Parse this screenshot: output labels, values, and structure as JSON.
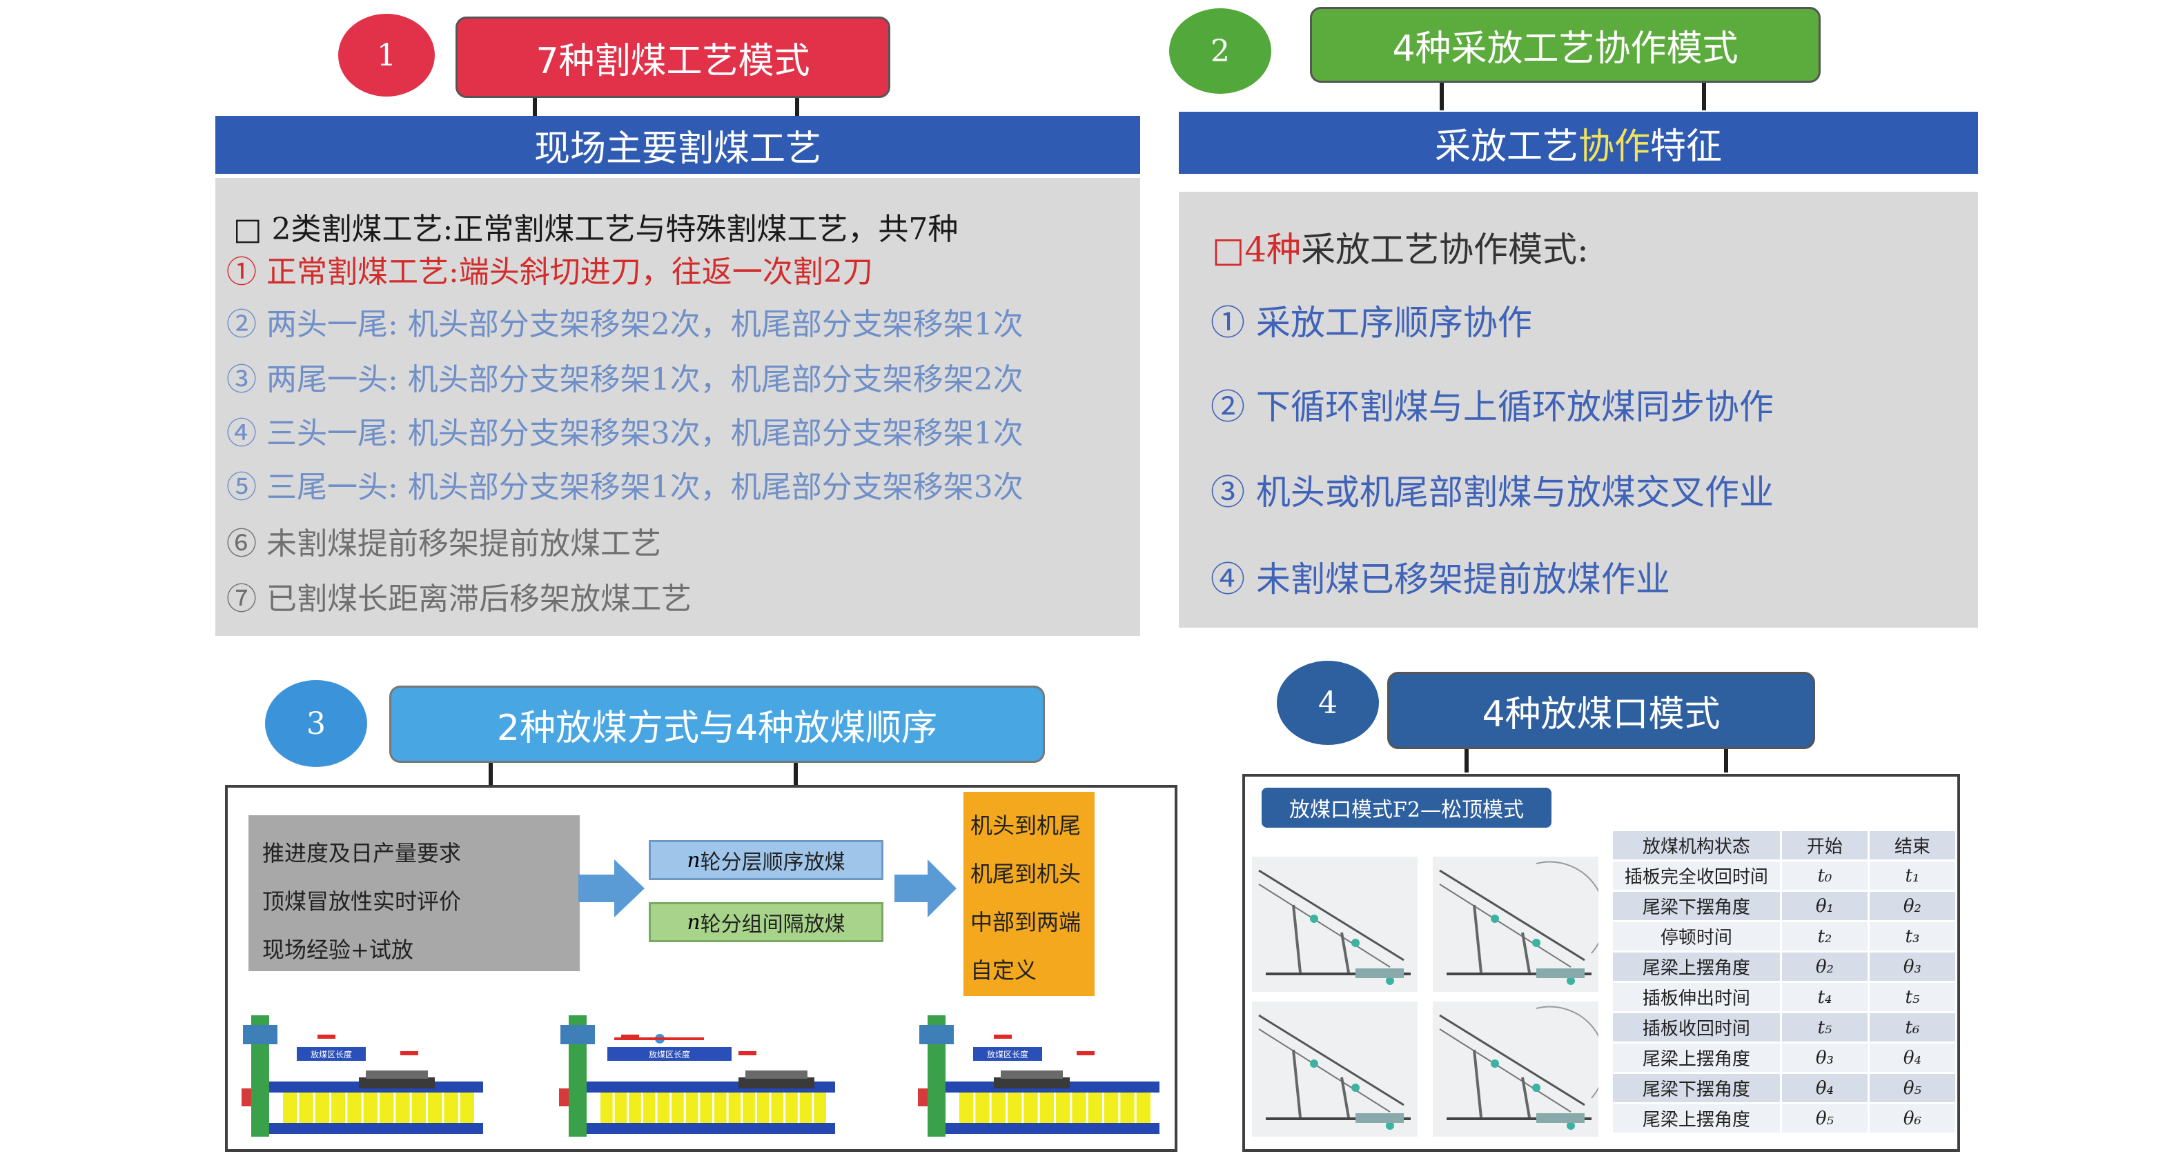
{
  "panel1": {
    "number": "1",
    "title": "7种割煤工艺模式",
    "bar": "现场主要割煤工艺",
    "lines": [
      {
        "text": "□ 2类割煤工艺:正常割煤工艺与特殊割煤工艺，共7种",
        "color": "#1a1a1a"
      },
      {
        "text": "① 正常割煤工艺:端头斜切进刀，往返一次割2刀",
        "color": "#d42b2b"
      },
      {
        "text": "② 两头一尾: 机头部分支架移架2次，机尾部分支架移架1次",
        "color": "#6f8fc9"
      },
      {
        "text": "③ 两尾一头: 机头部分支架移架1次，机尾部分支架移架2次",
        "color": "#6f8fc9"
      },
      {
        "text": "④ 三头一尾: 机头部分支架移架3次，机尾部分支架移架1次",
        "color": "#6f8fc9"
      },
      {
        "text": "⑤ 三尾一头: 机头部分支架移架1次，机尾部分支架移架3次",
        "color": "#6f8fc9"
      },
      {
        "text": "⑥ 未割煤提前移架提前放煤工艺",
        "color": "#707070"
      },
      {
        "text": "⑦ 已割煤长距离滞后移架放煤工艺",
        "color": "#707070"
      }
    ]
  },
  "panel2": {
    "number": "2",
    "title": "4种采放工艺协作模式",
    "bar_prefix": "采放工艺",
    "bar_highlight": "协作",
    "bar_suffix": "特征",
    "heading_box": "□",
    "heading_red": "4种",
    "heading_rest": "采放工艺协作模式:",
    "items": [
      "① 采放工序顺序协作",
      "② 下循环割煤与上循环放煤同步协作",
      "③ 机头或机尾部割煤与放煤交叉作业",
      "④ 未割煤已移架提前放煤作业"
    ],
    "colors": {
      "highlight": "#f2e35a",
      "red": "#d42b2b",
      "blue": "#3f63b8"
    }
  },
  "panel3": {
    "number": "3",
    "title": "2种放煤方式与4种放煤顺序",
    "left_items": [
      "推进度及日产量要求",
      "顶煤冒放性实时评价",
      "现场经验+试放"
    ],
    "method1_n": "n",
    "method1": "轮分层顺序放煤",
    "method2_n": "n",
    "method2": "轮分组间隔放煤",
    "orders": [
      "机头到机尾",
      "机尾到机头",
      "中部到两端",
      "自定义"
    ],
    "machine_labels": [
      "放煤区长度",
      "放煤区长度",
      "放煤区长度"
    ]
  },
  "panel4": {
    "number": "4",
    "title": "4种放煤口模式",
    "subtitle": "放煤口模式F2—松顶模式",
    "table": {
      "headers": [
        "放煤机构状态",
        "开始",
        "结束"
      ],
      "rows": [
        [
          "插板完全收回时间",
          "t₀",
          "t₁"
        ],
        [
          "尾梁下摆角度",
          "θ₁",
          "θ₂"
        ],
        [
          "停顿时间",
          "t₂",
          "t₃"
        ],
        [
          "尾梁上摆角度",
          "θ₂",
          "θ₃"
        ],
        [
          "插板伸出时间",
          "t₄",
          "t₅"
        ],
        [
          "插板收回时间",
          "t₅",
          "t₆"
        ],
        [
          "尾梁上摆角度",
          "θ₃",
          "θ₄"
        ],
        [
          "尾梁下摆角度",
          "θ₄",
          "θ₅"
        ],
        [
          "尾梁上摆角度",
          "θ₅",
          "θ₆"
        ]
      ]
    }
  }
}
